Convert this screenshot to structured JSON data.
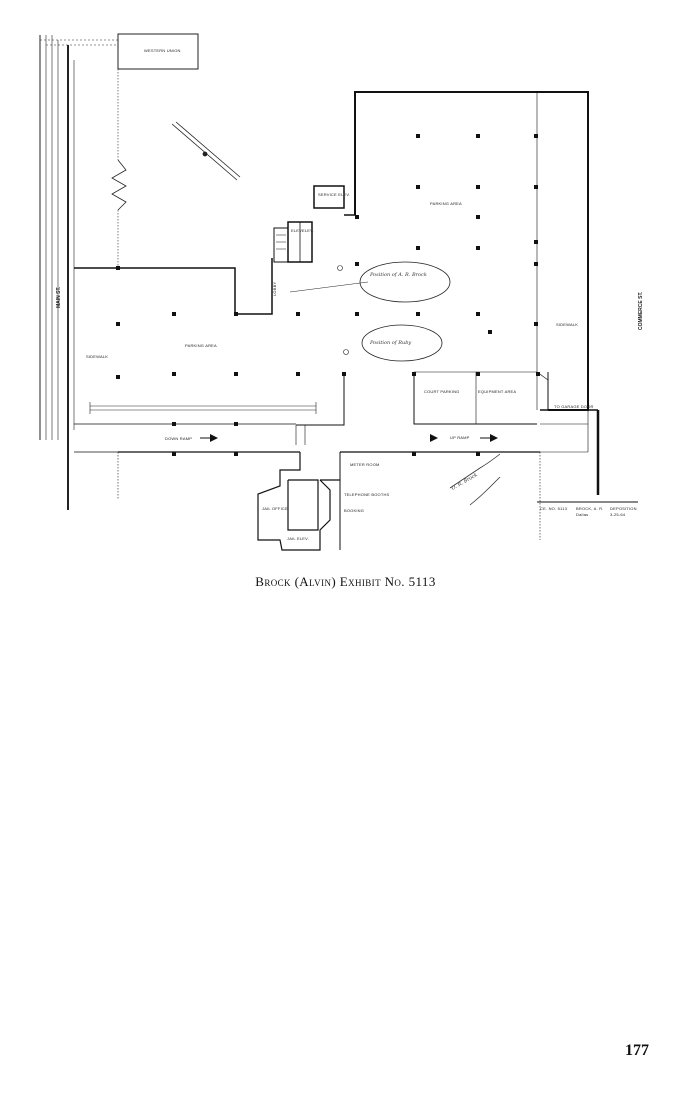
{
  "plan": {
    "labels": {
      "western_union": "WESTERN UNION",
      "parking_area_right": "PARKING AREA",
      "parking_area_left": "PARKING AREA",
      "main_st": "MAIN ST.",
      "commerce_st": "COMMERCE ST.",
      "sidewalk_left": "SIDEWALK",
      "sidewalk_right": "SIDEWALK",
      "elevator_lobby": "LOBBY",
      "elev_1": "ELEV.",
      "elev_2": "ELEV.",
      "service_elev": "SERVICE ELEV.",
      "down_ramp": "DOWN RAMP",
      "up_ramp": "UP RAMP",
      "court_parking": "COURT PARKING",
      "equipment_area": "EQUIPMENT AREA",
      "to_garage": "TO GARAGE DOOR",
      "jail_office": "JAIL OFFICE",
      "telephone_booths": "TELEPHONE BOOTHS",
      "jail_exit": "JAIL ELEV.",
      "booking": "BOOKING",
      "meter_room": "METER ROOM"
    },
    "annotations": {
      "note1": "Position of A. R. Brock",
      "note2": "Position of Ruby"
    },
    "signature": "O. R. Brock",
    "title_block": [
      "CE. NO. 5113",
      "BROCK, A. R.",
      "Dallas",
      "DEPOSITION",
      "3-25-64"
    ]
  },
  "caption": "Brock (Alvin) Exhibit No. 5113",
  "page_number": "177"
}
